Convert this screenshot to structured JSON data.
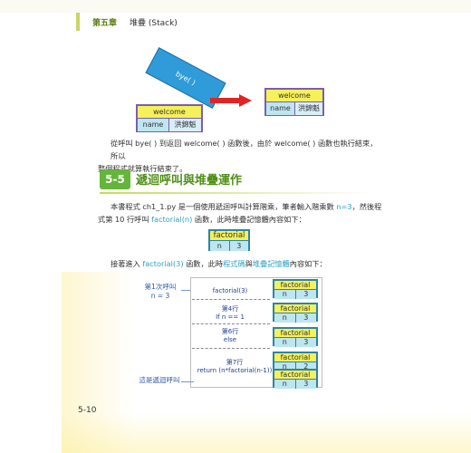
{
  "header": {
    "chapter": "第五章",
    "title": "堆疊 (Stack)"
  },
  "figure1": {
    "bye_label": "bye( )",
    "left_stack": {
      "func": "welcome",
      "name_key": "name",
      "name_val": "洪錦魁"
    },
    "right_stack": {
      "func": "welcome",
      "name_key": "name",
      "name_val": "洪錦魁"
    }
  },
  "para1": {
    "line1": "從呼叫 bye( ) 到返回 welcome( ) 函數後，由於 welcome( ) 函數也執行結束，所以",
    "line2": "整個程式就算執行結束了。"
  },
  "section": {
    "number": "5-5",
    "title": "遞迴呼叫與堆疊運作"
  },
  "para2": {
    "line1_a": "本書程式 ch1_1.py 是一個使用遞迴呼叫計算階乘，筆者輸入階乘數 ",
    "line1_b": "n=3",
    "line1_c": "，然後程",
    "line2_a": "式第 10 行呼叫 ",
    "line2_b": "factorial(n)",
    "line2_c": " 函數，此時堆疊記憶體內容如下："
  },
  "stack_single": {
    "func": "factorial",
    "key": "n",
    "val": "3"
  },
  "para3": {
    "a": "接著進入 ",
    "b": "factorial(3)",
    "c": " 函數，此時",
    "d": "程式碼",
    "e": "與",
    "f": "堆疊記憶體",
    "g": "內容如下："
  },
  "diagram": {
    "first_call": "第1次呼叫",
    "first_call_n": "n = 3",
    "steps": [
      {
        "line": "",
        "code": "factorial(3)"
      },
      {
        "line": "第4行",
        "code": "If n == 1"
      },
      {
        "line": "第6行",
        "code": "else"
      },
      {
        "line": "第7行",
        "code": "return (n*factorial(n-1))"
      }
    ],
    "recursion_note": "這是遞迴呼叫",
    "stacks": [
      {
        "func": "factorial",
        "key": "n",
        "val": "3"
      },
      {
        "func": "factorial",
        "key": "n",
        "val": "3"
      },
      {
        "func": "factorial",
        "key": "n",
        "val": "3"
      },
      {
        "func": "factorial",
        "key": "n",
        "val": "2"
      },
      {
        "func": "factorial",
        "key": "n",
        "val": "3"
      }
    ]
  },
  "page_number": "5-10"
}
